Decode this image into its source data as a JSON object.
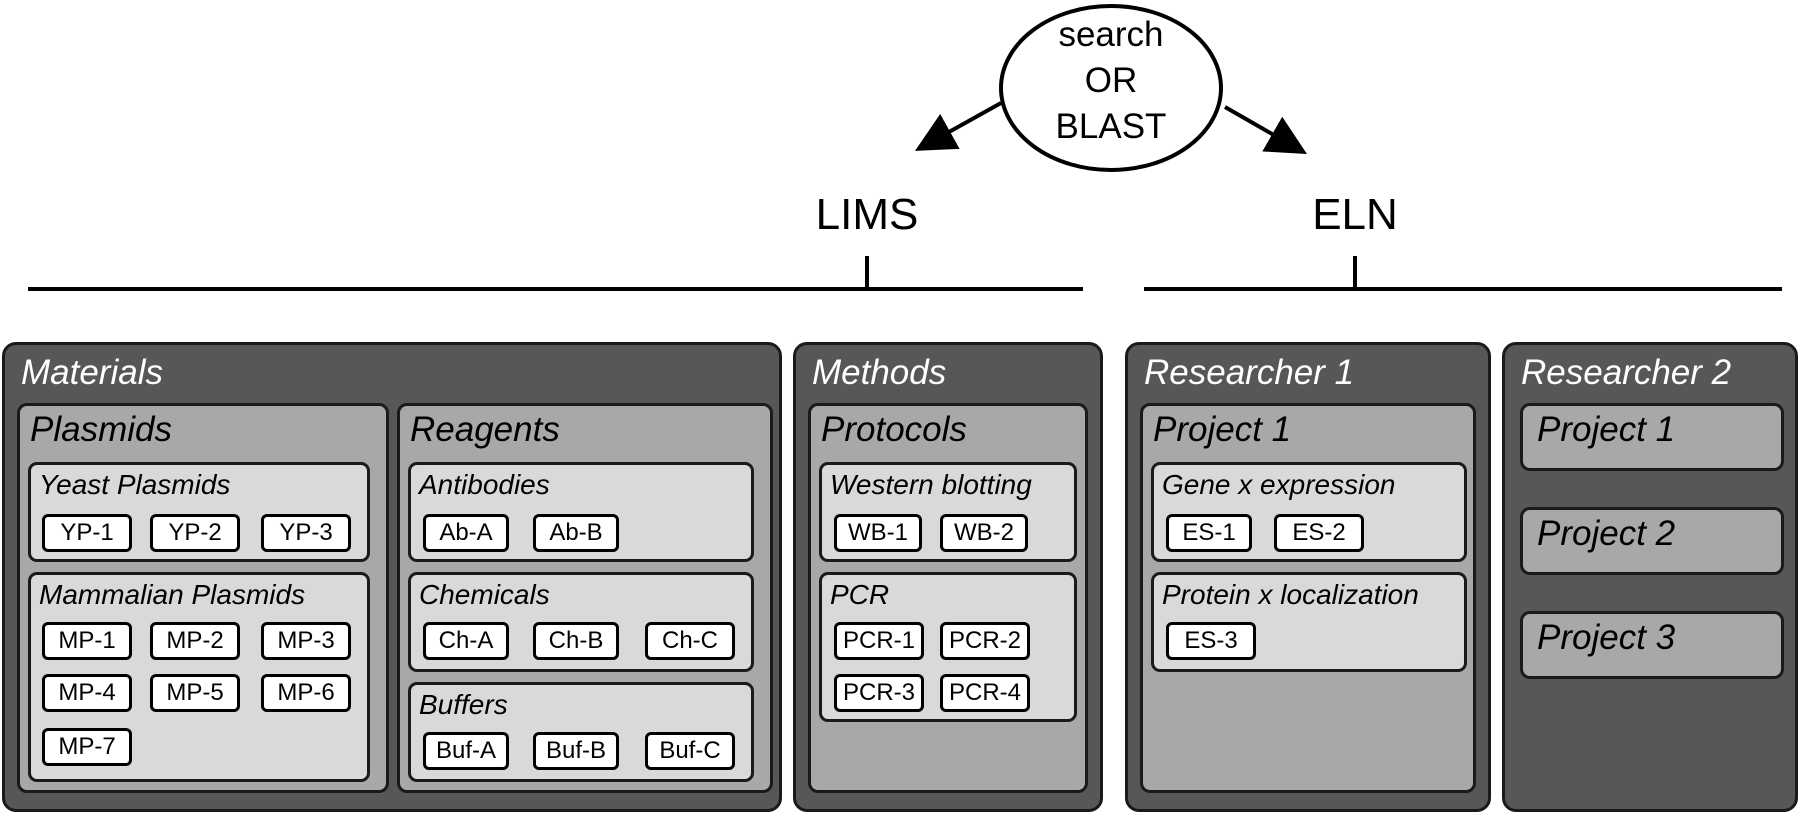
{
  "search_node": {
    "line1": "search",
    "line2": "OR",
    "line3": "BLAST"
  },
  "headers": {
    "lims": "LIMS",
    "eln": "ELN"
  },
  "materials": {
    "title": "Materials",
    "plasmids": {
      "title": "Plasmids",
      "yeast": {
        "title": "Yeast Plasmids",
        "items": [
          "YP-1",
          "YP-2",
          "YP-3"
        ]
      },
      "mammalian": {
        "title": "Mammalian Plasmids",
        "items": [
          "MP-1",
          "MP-2",
          "MP-3",
          "MP-4",
          "MP-5",
          "MP-6",
          "MP-7"
        ]
      }
    },
    "reagents": {
      "title": "Reagents",
      "antibodies": {
        "title": "Antibodies",
        "items": [
          "Ab-A",
          "Ab-B"
        ]
      },
      "chemicals": {
        "title": "Chemicals",
        "items": [
          "Ch-A",
          "Ch-B",
          "Ch-C"
        ]
      },
      "buffers": {
        "title": "Buffers",
        "items": [
          "Buf-A",
          "Buf-B",
          "Buf-C"
        ]
      }
    }
  },
  "methods": {
    "title": "Methods",
    "protocols": {
      "title": "Protocols",
      "western": {
        "title": "Western blotting",
        "items": [
          "WB-1",
          "WB-2"
        ]
      },
      "pcr": {
        "title": "PCR",
        "items": [
          "PCR-1",
          "PCR-2",
          "PCR-3",
          "PCR-4"
        ]
      }
    }
  },
  "researcher1": {
    "title": "Researcher 1",
    "project1": {
      "title": "Project 1",
      "gene": {
        "title": "Gene x expression",
        "items": [
          "ES-1",
          "ES-2"
        ]
      },
      "protein": {
        "title": "Protein x localization",
        "items": [
          "ES-3"
        ]
      }
    }
  },
  "researcher2": {
    "title": "Researcher 2",
    "projects": [
      "Project 1",
      "Project 2",
      "Project 3"
    ]
  }
}
